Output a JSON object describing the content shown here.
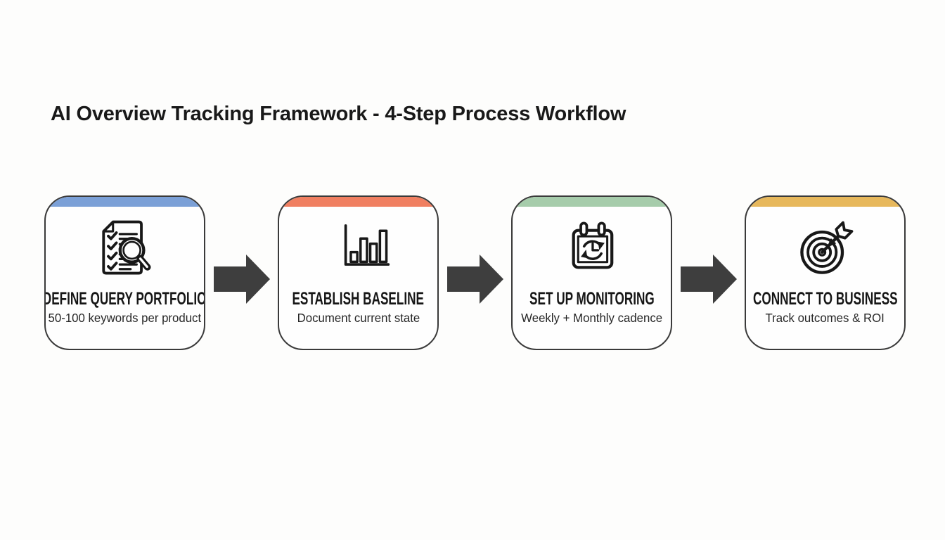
{
  "page": {
    "title": "AI Overview Tracking Framework - 4-Step Process Workflow"
  },
  "colors": {
    "background": "#fdfdfc",
    "card_border": "#3a3a3a",
    "flow_arrow": "#3e3e3e",
    "heading_text": "#161616",
    "subtitle_text": "#262626"
  },
  "steps": [
    {
      "title": "DEFINE QUERY PORTFOLIO",
      "subtitle": "50-100 keywords per product",
      "accent_color": "#7ba0d7",
      "icon": "checklist-magnifier-icon"
    },
    {
      "title": "ESTABLISH BASELINE",
      "subtitle": "Document current state",
      "accent_color": "#f07f61",
      "icon": "bar-chart-icon"
    },
    {
      "title": "SET UP MONITORING",
      "subtitle": "Weekly + Monthly cadence",
      "accent_color": "#a6ccab",
      "icon": "calendar-sync-icon"
    },
    {
      "title": "CONNECT TO BUSINESS",
      "subtitle": "Track outcomes & ROI",
      "accent_color": "#e7b85c",
      "icon": "target-arrow-icon"
    }
  ]
}
